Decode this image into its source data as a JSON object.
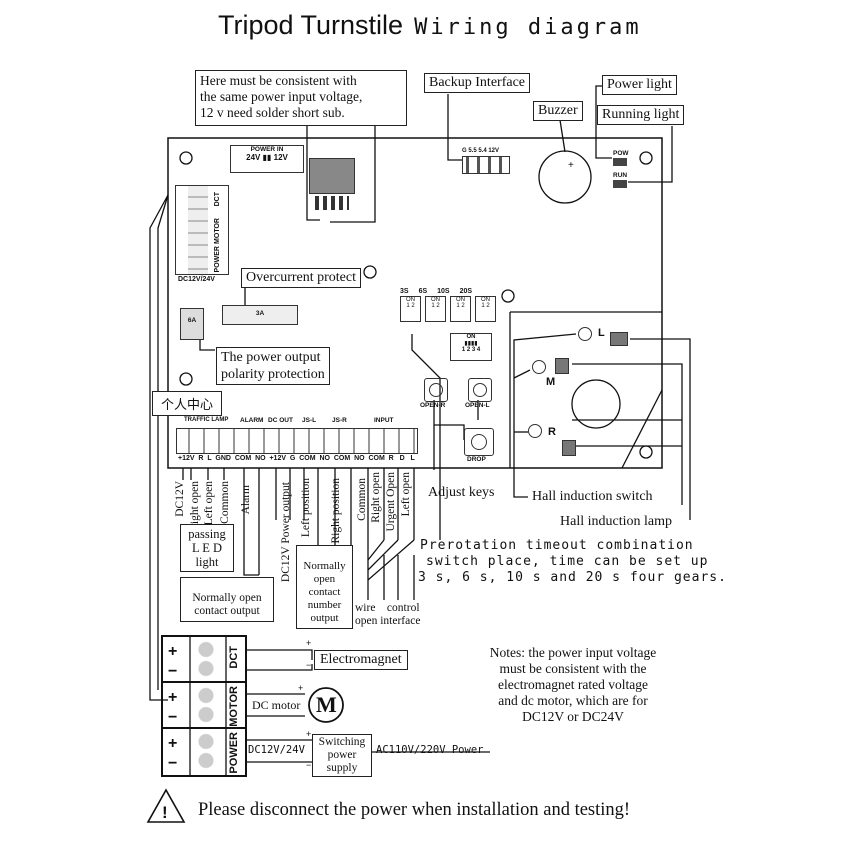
{
  "title": {
    "main": "Tripod Turnstile",
    "sub": "Wiring diagram"
  },
  "callouts": {
    "voltage_note": [
      "Here must be consistent with",
      "the same power input voltage,",
      "12 v need solder short sub."
    ],
    "backup_interface": "Backup Interface",
    "buzzer": "Buzzer",
    "power_light": "Power light",
    "running_light": "Running light",
    "overcurrent": "Overcurrent protect",
    "polarity": [
      "The power output",
      "polarity protection"
    ],
    "chinese_tag": "个人中心",
    "adjust_keys": "Adjust keys",
    "hall_switch": "Hall induction switch",
    "hall_lamp": "Hall induction lamp",
    "prerotation": [
      "Prerotation timeout combination",
      "switch place, time can be set up",
      "3 s, 6 s, 10 s and 20 s four gears."
    ]
  },
  "board": {
    "power_in": "POWER IN",
    "v24": "24V",
    "v12": "12V",
    "backup_pins": "G  5.5 5.4 12V",
    "pow": "POW",
    "run": "RUN",
    "fuse_6a": "6A",
    "fuse_3a": "3A",
    "dip_times": [
      "3S",
      "6S",
      "10S",
      "20S"
    ],
    "dip_on": "ON",
    "dip_12": "1 2",
    "dip_1234": "1 2 3 4",
    "open_r": "OPEN-R",
    "open_l": "OPEN-L",
    "drop": "DROP",
    "hall_l": "L",
    "hall_m": "M",
    "hall_r": "R",
    "left_terminals": [
      "DCT",
      "MOTOR",
      "POWER"
    ],
    "dc_supply": "DC12V/24V",
    "header_groups": [
      "TRAFFIC LAMP",
      "ALARM",
      "DC OUT",
      "JS-L",
      "JS-R",
      "INPUT"
    ],
    "pin_labels": "+12V  R  L  GND  COM  NO  +12V  G  COM  NO  COM  NO  COM  R   D   L"
  },
  "wire_labels": {
    "dc12v": "DC12V",
    "right_open": "Right open",
    "left_open": "Left open",
    "common": "Common",
    "alarm": "Alarm",
    "dc12v_power_output": "DC12V Power output",
    "left_position": "Left position",
    "right_position": "Right position",
    "common2": "Common",
    "right_open2": "Right open",
    "urgent_open": "Urgent Open",
    "left_open2": "Left open",
    "passing_led": [
      "passing",
      "L  E  D",
      "light"
    ],
    "nc_output": [
      "Normally open",
      "contact output"
    ],
    "nc_number": [
      "Normally",
      "open",
      "contact",
      "number",
      "output"
    ],
    "wire_control": [
      "wire    control",
      "open interface"
    ]
  },
  "bottom": {
    "terminals": [
      "DCT",
      "MOTOR",
      "POWER"
    ],
    "electromagnet": "Electromagnet",
    "dc_motor": "DC motor",
    "motor_symbol": "M",
    "supply_voltage": "DC12V/24V",
    "switching_supply": [
      "Switching",
      "power",
      "supply"
    ],
    "ac_power": "AC110V/220V Power",
    "notes": [
      "Notes: the power input voltage",
      "must be consistent with the",
      "electromagnet rated voltage",
      "and dc motor, which are for",
      "DC12V or DC24V"
    ]
  },
  "warning": "Please disconnect the power when installation and testing!"
}
